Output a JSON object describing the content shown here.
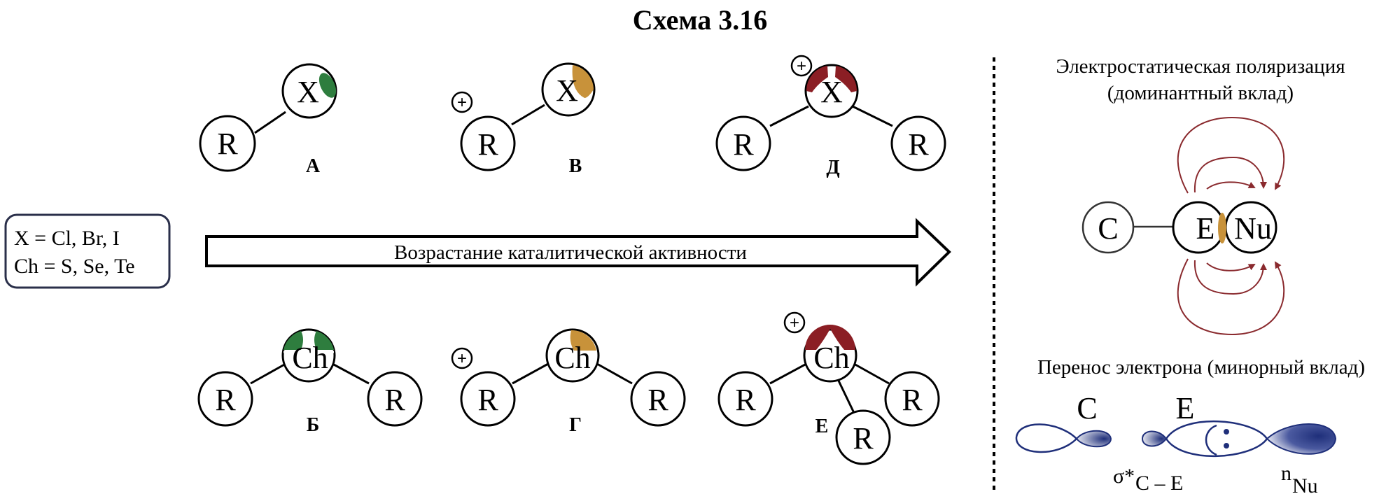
{
  "title": "Схема 3.16",
  "legend": {
    "line1": "X = Cl, Br, I",
    "line2": "Ch = S, Se,  Te"
  },
  "arrow": {
    "label": "Возрастание каталитической активности"
  },
  "colors": {
    "green_lobe": "#2e7d3e",
    "orange_lobe": "#c8923a",
    "red_lobe": "#8b1e24",
    "field_lines": "#8a2a2e",
    "orbital_blue": "#1f2f7a"
  },
  "atoms": {
    "R": "R",
    "X": "X",
    "Ch": "Ch",
    "C": "C",
    "E": "E",
    "Nu": "Nu",
    "plus": "+"
  },
  "molecules": {
    "A": {
      "label": "А"
    },
    "B": {
      "label": "В"
    },
    "D": {
      "label": "Д"
    },
    "Bb": {
      "label": "Б"
    },
    "G": {
      "label": "Г"
    },
    "E": {
      "label": "Е"
    }
  },
  "right_panel": {
    "electrostatic_title_line1": "Электростатическая поляризация",
    "electrostatic_title_line2": "(доминантный вклад)",
    "electron_transfer_title": "Перенос электрона (минорный вклад)",
    "orbital_label_C": "C",
    "orbital_label_E": "E",
    "sigma_label": "σ*",
    "sigma_sub": "C – E",
    "n_label": "n",
    "n_sub": "Nu"
  }
}
